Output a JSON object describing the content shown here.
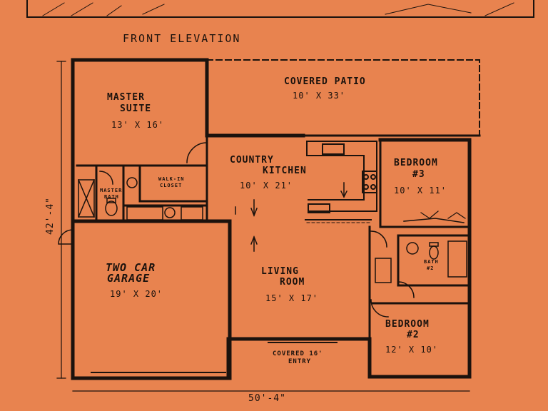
{
  "heading": "FRONT ELEVATION",
  "rooms": {
    "covered_patio": {
      "name": "COVERED PATIO",
      "size": "10' X 33'"
    },
    "master_suite": {
      "name_line1": "MASTER",
      "name_line2": "SUITE",
      "size": "13' X 16'"
    },
    "country_kitchen": {
      "name_line1": "COUNTRY",
      "name_line2": "KITCHEN",
      "size": "10' X 21'"
    },
    "bedroom_3": {
      "name_line1": "BEDROOM",
      "name_line2": "#3",
      "size": "10' X 11'"
    },
    "walk_in_closet": {
      "name_line1": "WALK-IN",
      "name_line2": "CLOSET"
    },
    "master_bath": {
      "name_line1": "MASTER",
      "name_line2": "BATH"
    },
    "garage": {
      "name_line1": "TWO CAR",
      "name_line2": "GARAGE",
      "size": "19' X 20'"
    },
    "living_room": {
      "name_line1": "LIVING",
      "name_line2": "ROOM",
      "size": "15' X 17'"
    },
    "bath_2": {
      "name_line1": "BATH",
      "name_line2": "#2"
    },
    "bedroom_2": {
      "name_line1": "BEDROOM",
      "name_line2": "#2",
      "size": "12' X 10'"
    },
    "entry": {
      "name_line1": "COVERED 16'",
      "name_line2": "ENTRY"
    }
  },
  "dimensions": {
    "depth": "42'-4\"",
    "width": "50'-4\""
  },
  "colors": {
    "paper": "#e8834f",
    "ink": "#1b120d"
  }
}
